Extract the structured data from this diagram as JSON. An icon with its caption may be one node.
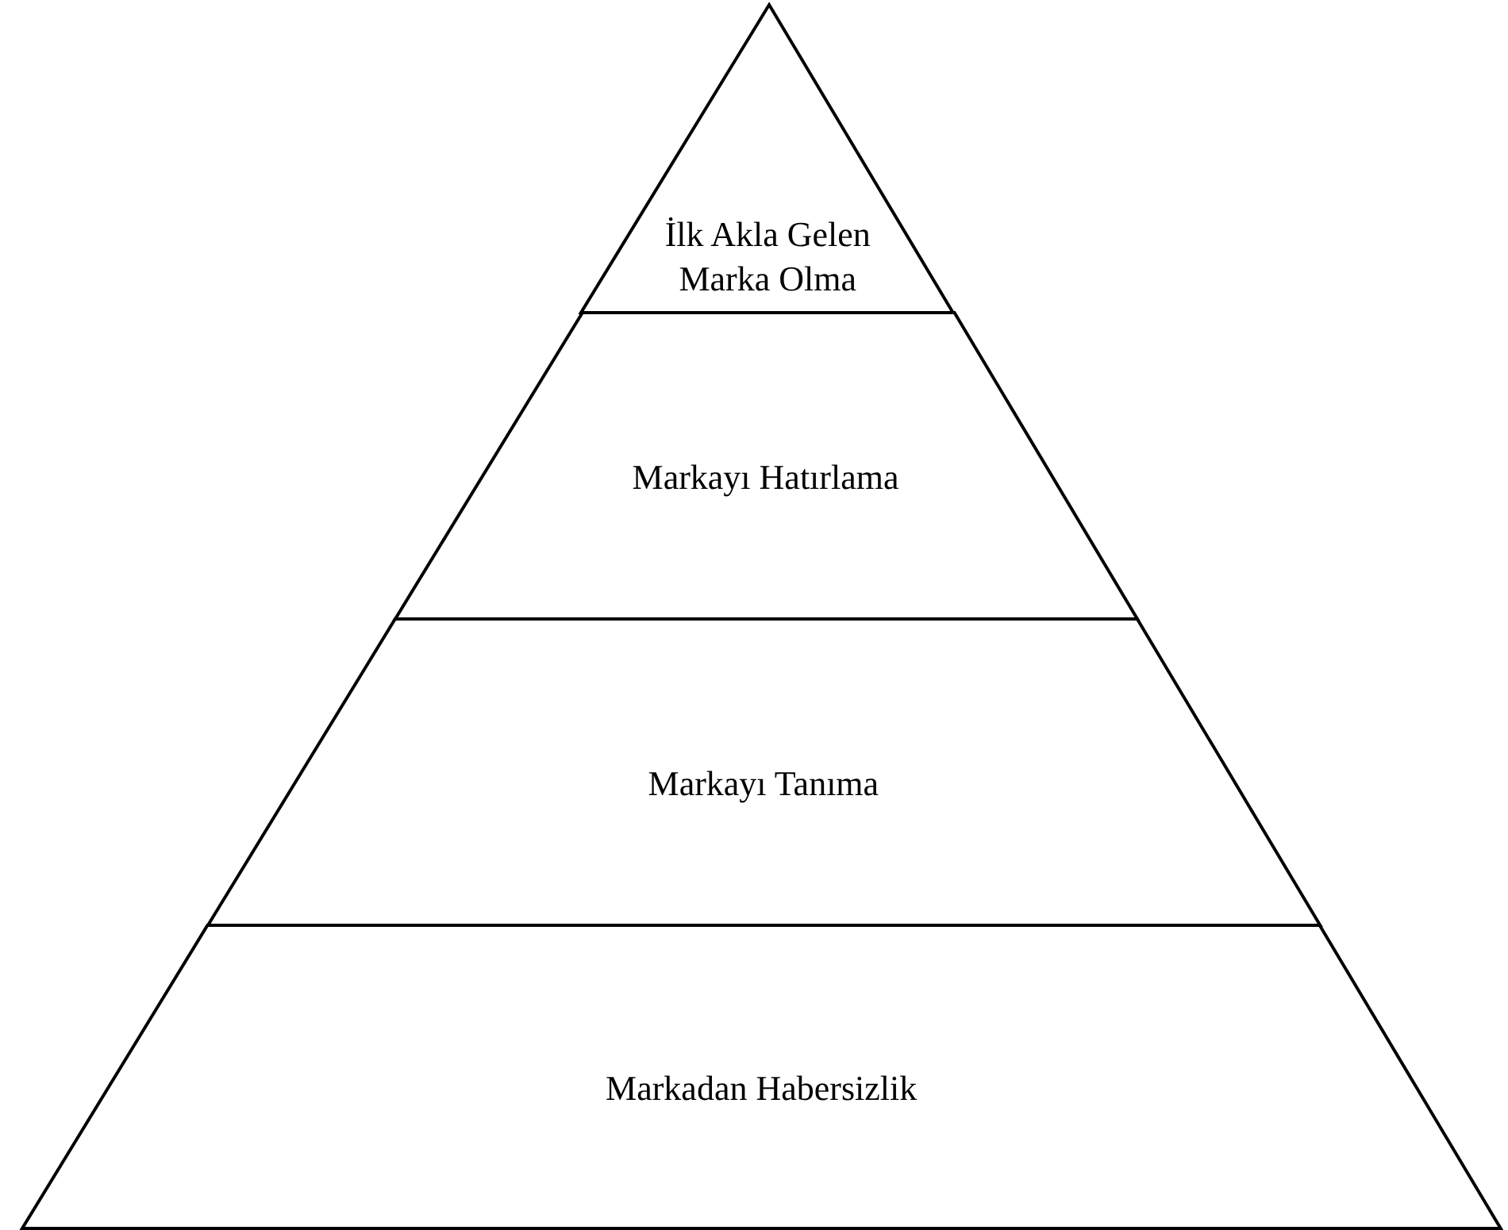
{
  "diagram": {
    "nodes": [
      {
        "text": [
          "İlk Akla Gelen Marka Olma"
        ]
      },
      {
        "text": [
          "Markayı Hatırlama"
        ]
      },
      {
        "text": [
          "Markayı Tanıma"
        ]
      },
      {
        "text": [
          "Markadan Habersizlik"
        ]
      }
    ]
  }
}
